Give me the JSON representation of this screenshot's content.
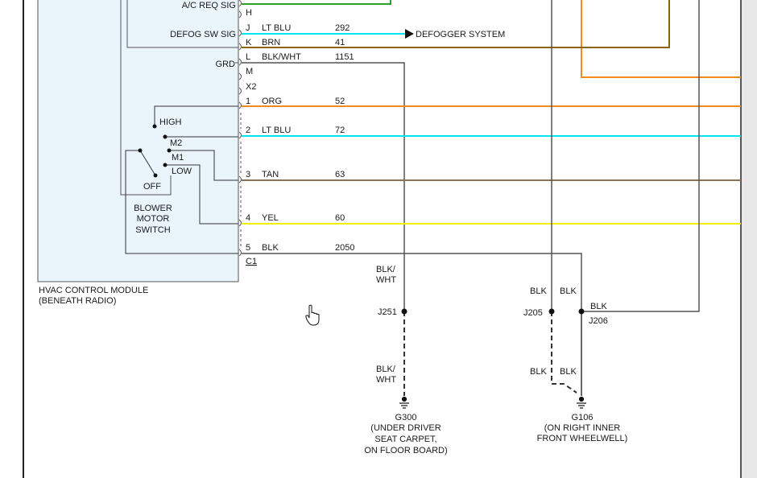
{
  "module": {
    "title_line1": "HVAC CONTROL MODULE",
    "title_line2": "(BENEATH RADIO)",
    "signals": {
      "ac_req": "A/C REQ SIG",
      "defog": "DEFOG SW SIG",
      "grd": "GRD"
    },
    "connector_x2": "X2",
    "connector_c1": "C1",
    "pins_top": [
      "H",
      "J",
      "K",
      "L",
      "M"
    ],
    "pins_bottom": [
      "1",
      "2",
      "3",
      "4",
      "5"
    ]
  },
  "switch": {
    "positions": [
      "HIGH",
      "M2",
      "M1",
      "LOW",
      "OFF"
    ],
    "name_line1": "BLOWER",
    "name_line2": "MOTOR",
    "name_line3": "SWITCH"
  },
  "wires": [
    {
      "pin": "J",
      "color_label": "LT BLU",
      "circuit": "292",
      "stroke": "#00e5ee"
    },
    {
      "pin": "K",
      "color_label": "BRN",
      "circuit": "41",
      "stroke": "#8b6508"
    },
    {
      "pin": "L",
      "color_label": "BLK/WHT",
      "circuit": "1151",
      "stroke": "#555555"
    },
    {
      "pin": "1",
      "color_label": "ORG",
      "circuit": "52",
      "stroke": "#f08c1e"
    },
    {
      "pin": "2",
      "color_label": "LT BLU",
      "circuit": "72",
      "stroke": "#00e5ee"
    },
    {
      "pin": "3",
      "color_label": "TAN",
      "circuit": "63",
      "stroke": "#8b7355"
    },
    {
      "pin": "4",
      "color_label": "YEL",
      "circuit": "60",
      "stroke": "#f0f000"
    },
    {
      "pin": "5",
      "color_label": "BLK",
      "circuit": "2050",
      "stroke": "#555555"
    }
  ],
  "defogger": "DEFOGGER SYSTEM",
  "wire_labels": {
    "blk_wht_1": "BLK/",
    "blk_wht_2": "WHT",
    "blk": "BLK"
  },
  "splices": {
    "j251": "J251",
    "j205": "J205",
    "j206": "J206"
  },
  "grounds": {
    "g300": {
      "id": "G300",
      "line1": "(UNDER DRIVER",
      "line2": "SEAT CARPET,",
      "line3": "ON FLOOR BOARD)"
    },
    "g106": {
      "id": "G106",
      "line1": "(ON RIGHT INNER",
      "line2": "FRONT WHEELWELL)"
    }
  },
  "colors": {
    "module_fill": "#eaf4fb",
    "lt_blu": "#00e5ee",
    "brn": "#8b6508",
    "org": "#f08c1e",
    "tan": "#8b7355",
    "yel": "#f0f000",
    "blk": "#555555",
    "green": "#2ca02c"
  }
}
